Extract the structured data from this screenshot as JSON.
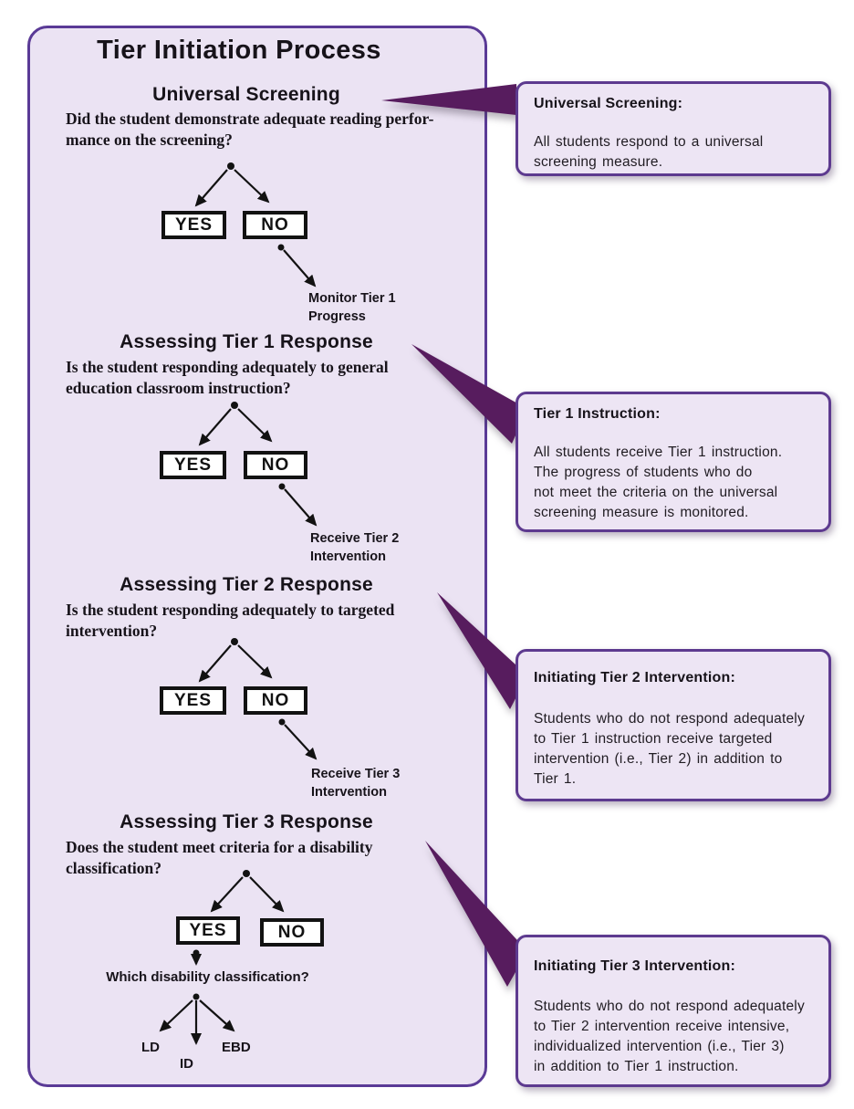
{
  "page": {
    "title": "Tier Initiation Process"
  },
  "decision_labels": {
    "yes": "YES",
    "no": "NO"
  },
  "sections": [
    {
      "heading": "Universal Screening",
      "question": "Did the student demonstrate adequate reading perfor-\nmance on the screening?",
      "no_outcome": "Monitor Tier 1\nProgress"
    },
    {
      "heading": "Assessing Tier 1 Response",
      "question": "Is the student responding adequately to general\neducation classroom instruction?",
      "no_outcome": "Receive Tier 2\nIntervention"
    },
    {
      "heading": "Assessing Tier 2 Response",
      "question": "Is the student responding adequately to targeted\nintervention?",
      "no_outcome": "Receive Tier 3\nIntervention"
    },
    {
      "heading": "Assessing Tier 3 Response",
      "question": "Does the student meet criteria for a disability\nclassification?",
      "yes_outcome": {
        "question": "Which disability classification?",
        "options": [
          "LD",
          "ID",
          "EBD"
        ]
      }
    }
  ],
  "callouts": [
    {
      "heading": "Universal Screening:",
      "body": "All students respond to a universal\nscreening measure."
    },
    {
      "heading": "Tier 1 Instruction:",
      "body": "All students receive Tier 1 instruction.\nThe progress of students who do\nnot meet the criteria on the universal\nscreening measure is monitored."
    },
    {
      "heading": "Initiating Tier 2 Intervention:",
      "body": "Students who do not respond adequately\nto Tier 1 instruction receive targeted\nintervention (i.e., Tier 2) in addition to\nTier 1."
    },
    {
      "heading": "Initiating Tier 3 Intervention:",
      "body": "Students who do not respond adequately\nto Tier 2 intervention receive intensive,\nindividualized intervention (i.e., Tier 3)\nin addition to Tier 1 instruction."
    }
  ],
  "colors": {
    "panel_background": "#ebe3f3",
    "panel_border": "#5a3a96",
    "callout_background": "#ede5f4",
    "callout_border": "#5d3a8f",
    "connector": "#571c5e",
    "decision_box_border": "#121212",
    "text": "#17131a"
  }
}
